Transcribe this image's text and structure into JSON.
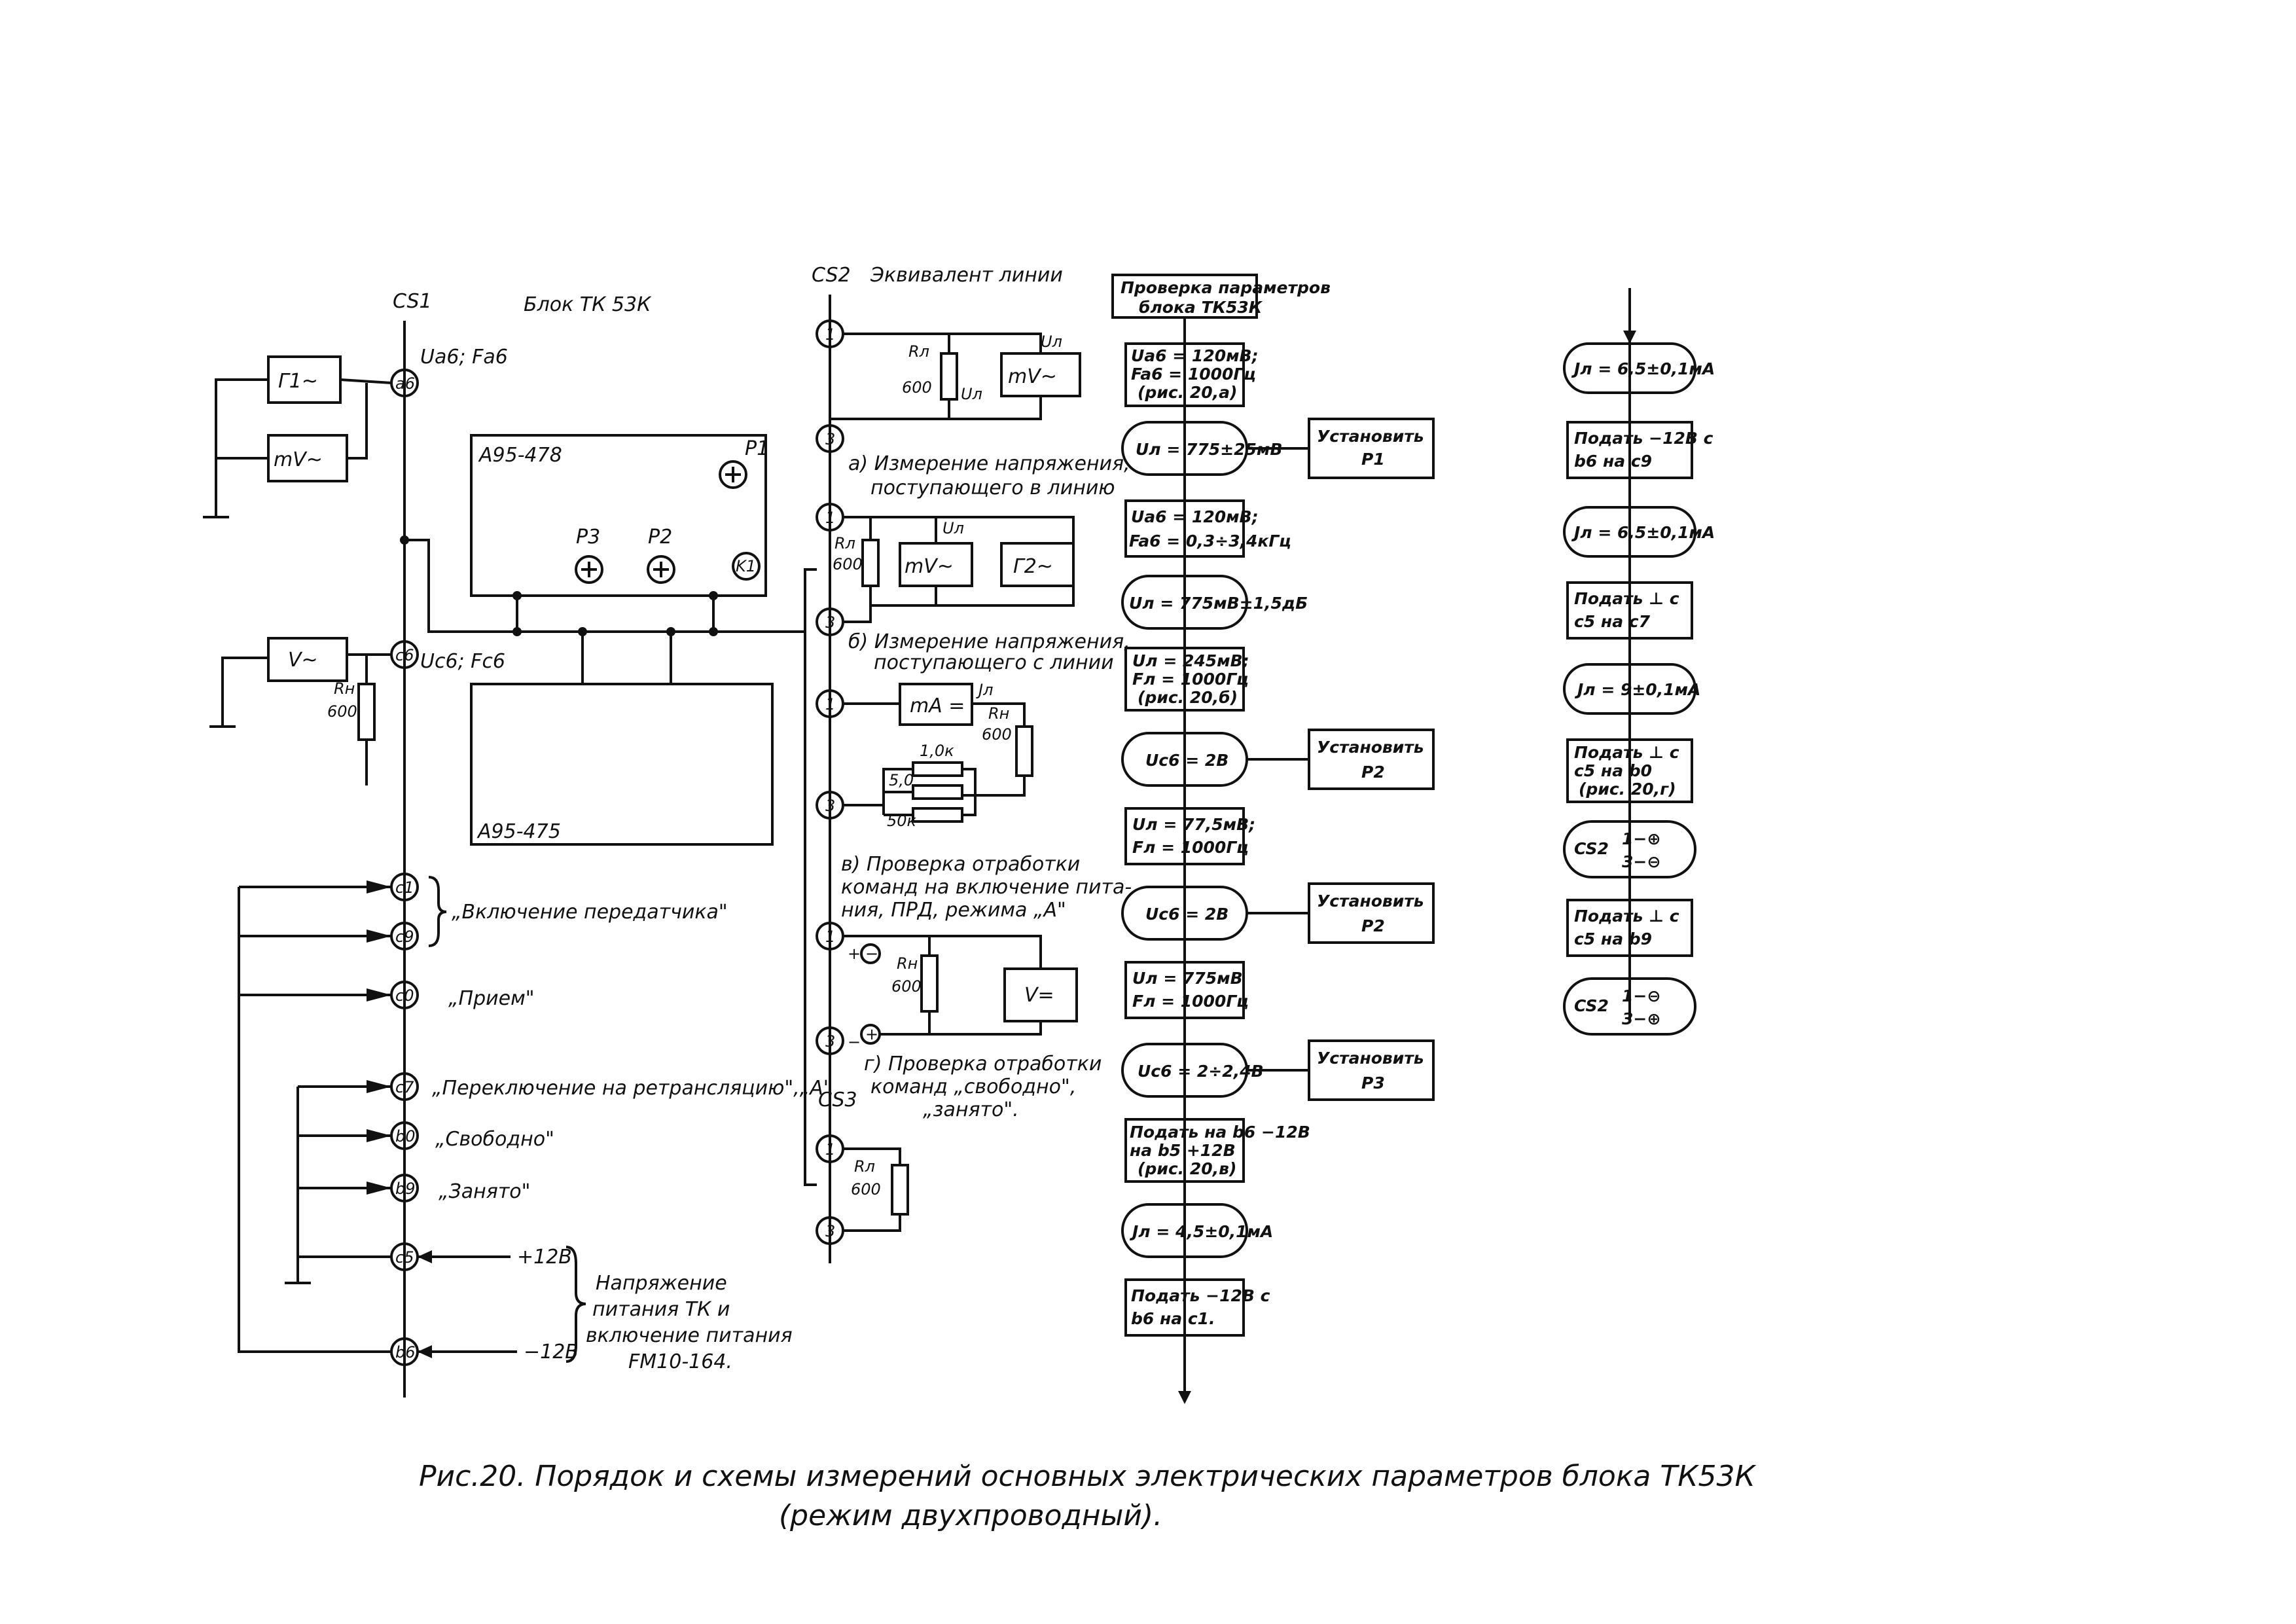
{
  "main": {
    "cs1": "CS1",
    "block_title": "Блок ТК 53К",
    "cs2_label": "CS2",
    "line_equiv": "Эквивалент линии",
    "cs3_label": "CS3",
    "gen": "Г1~",
    "gen2": "Г2~",
    "mv": "mV~",
    "v_ac": "V~",
    "v_dc": "V=",
    "ma": "mA =",
    "p1": "P1",
    "p2": "P2",
    "p3": "P3",
    "k1": "K1",
    "board_top": "А95-478",
    "board_bottom": "А95-475",
    "ua6": "Ua6; Fa6",
    "uc6": "Uc6; Fc6",
    "rn": "Rн",
    "rl": "Rл",
    "val600": "600",
    "ul": "Uл",
    "jl": "Jл",
    "r10k": "1,0к",
    "r50": "5,0",
    "r50k": "50к",
    "pin1": "1",
    "pin3": "3",
    "plus": "+",
    "minus": "−",
    "t_a6": "а6",
    "t_c6": "с6",
    "t_c1": "с1",
    "t_c9": "с9",
    "t_c0": "с0",
    "t_c7": "с7",
    "t_b0": "b0",
    "t_b9": "b9",
    "t_c5": "с5",
    "t_b6": "b6",
    "sig_tx": "„Включение передатчика\"",
    "sig_rx": "„Прием\"",
    "sig_relay": "„Переключение на ретрансляцию\",„А\"",
    "sig_free": "„Свободно\"",
    "sig_busy": "„Занято\"",
    "plus12": "+12В",
    "minus12": "−12В",
    "power_note": [
      "Напряжение",
      "питания ТК и",
      "включение питания",
      "FМ10-164."
    ],
    "note_a": [
      "а) Измерение напряжения,",
      "поступающего в линию"
    ],
    "note_b": [
      "б) Измерение напряжения,",
      "поступающего с линии"
    ],
    "note_c": [
      "в) Проверка отработки",
      "команд на включение пита-",
      "ния, ПРД, режима „А\""
    ],
    "note_d": [
      "г) Проверка отработки",
      "команд „свободно\",",
      "„занято\"."
    ]
  },
  "flow1": {
    "start": [
      "Проверка параметров",
      "блока ТК53К"
    ],
    "s1": [
      "Ua6 = 120мВ;",
      "Fa6 = 1000Гц",
      "(рис. 20,а)"
    ],
    "d1": "Uл = 775±25мВ",
    "a1": [
      "Установить",
      "P1"
    ],
    "s2": [
      "Ua6 = 120мВ;",
      "Fa6 = 0,3÷3,4кГц"
    ],
    "d2": "Uл = 775мВ±1,5дБ",
    "s3": [
      "Uл = 245мВ;",
      "Fл = 1000Гц",
      "(рис. 20,б)"
    ],
    "d3": "Uc6 = 2В",
    "a3": [
      "Установить",
      "P2"
    ],
    "s4": [
      "Uл = 77,5мВ;",
      "Fл = 1000Гц"
    ],
    "d4": "Uc6 = 2В",
    "a4": [
      "Установить",
      "P2"
    ],
    "s5": [
      "Uл = 775мВ",
      "Fл = 1000Гц"
    ],
    "d5": "Uc6 = 2÷2,4В",
    "a5": [
      "Установить",
      "P3"
    ],
    "s6": [
      "Подать на b6 −12В",
      "на b5 +12В",
      "(рис. 20,в)"
    ],
    "d6": "Jл = 4,5±0,1мА",
    "s7": [
      "Подать −12В с",
      "b6 на с1."
    ]
  },
  "flow2": {
    "d1": "Jл = 6,5±0,1мА",
    "s1": [
      "Подать −12В с",
      "b6 на с9"
    ],
    "d2": "Jл = 6,5±0,1мА",
    "s2": [
      "Подать ⊥ с",
      "с5 на с7"
    ],
    "d3": "Jл = 9±0,1мА",
    "s3": [
      "Подать ⊥ с",
      "с5 на b0",
      "(рис. 20,г)"
    ],
    "d4": [
      "CS2",
      "1−⊕",
      "3−⊖"
    ],
    "s4": [
      "Подать ⊥ с",
      "с5 на b9"
    ],
    "d5": [
      "CS2",
      "1−⊖",
      "3−⊕"
    ]
  },
  "caption": [
    "Рис.20. Порядок и схемы измерений основных электрических параметров блока ТК53К",
    "(режим двухпроводный)."
  ]
}
